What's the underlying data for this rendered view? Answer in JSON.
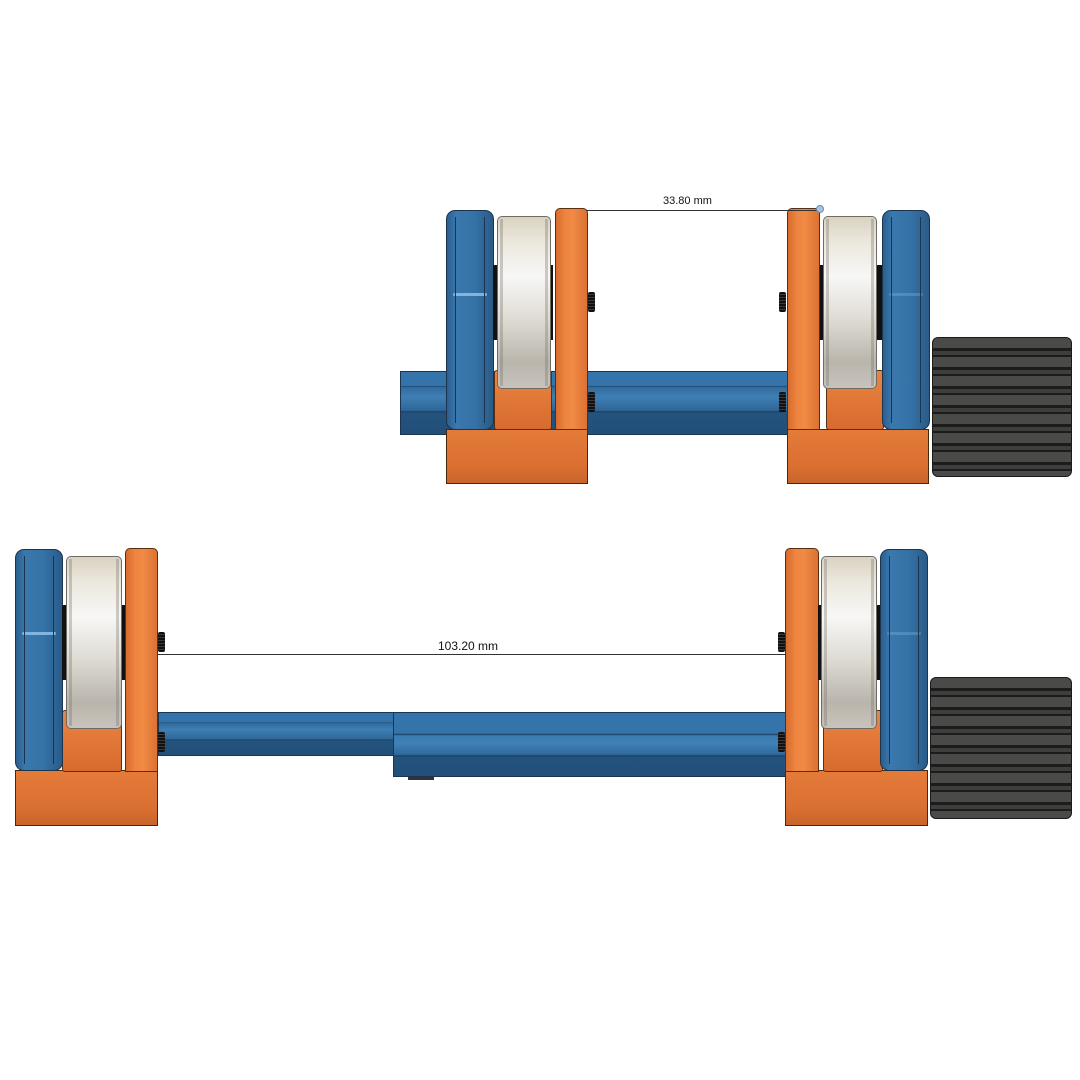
{
  "view": {
    "description": "Front-view CAD render of a spool holder assembly shown in two configurations: retracted (top) and extended (bottom)",
    "background": "#ffffff"
  },
  "colors": {
    "blue_part": "#3572a6",
    "orange_part": "#e47b39",
    "bearing": "#e6e3dc",
    "knob": "#3e3e3c",
    "dimension_line": "#333333"
  },
  "assemblies": [
    {
      "id": "retracted",
      "label": "Retracted configuration",
      "dimension": {
        "value": "33.80 mm"
      },
      "parts": [
        "left-roller-unit",
        "telescoping-rail",
        "right-roller-unit",
        "adjustment-knob"
      ]
    },
    {
      "id": "extended",
      "label": "Extended configuration",
      "dimension": {
        "value": "103.20 mm"
      },
      "parts": [
        "left-roller-unit",
        "telescoping-rail",
        "right-roller-unit",
        "adjustment-knob"
      ]
    }
  ]
}
